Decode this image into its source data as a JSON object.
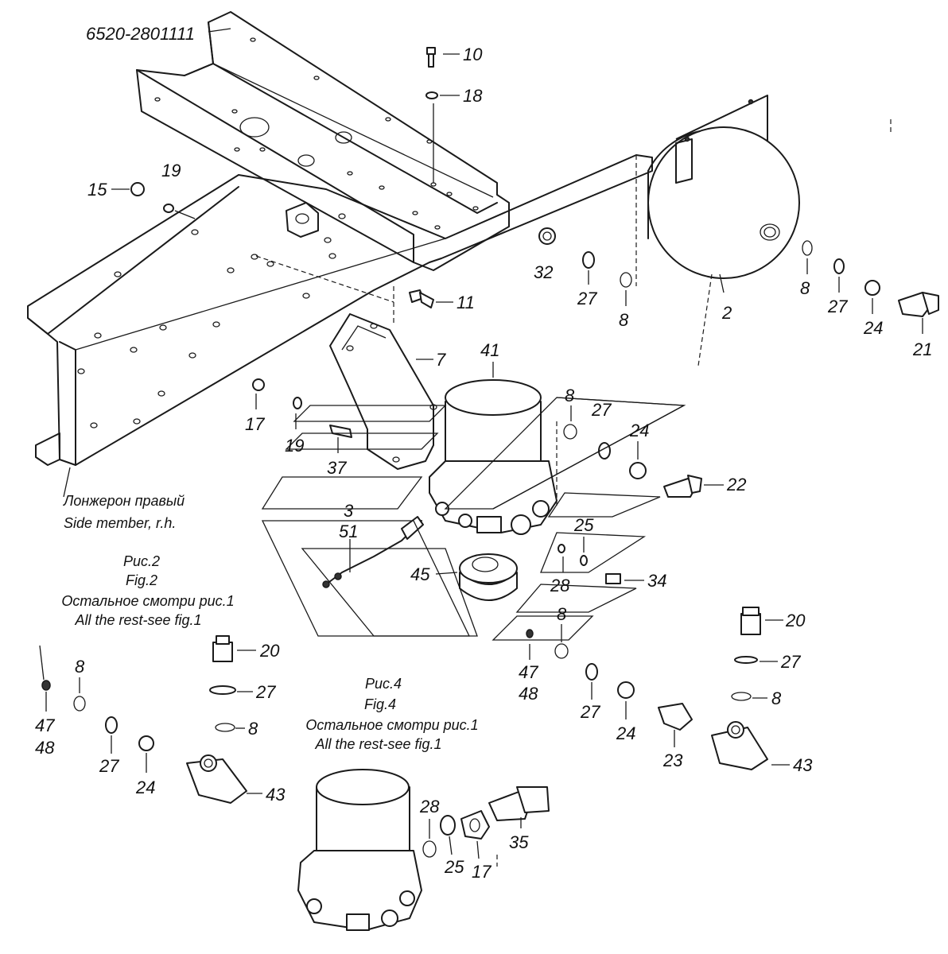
{
  "drawing": {
    "part_number": "6520-2801111",
    "side_member_ru": "Лонжерон правый",
    "side_member_en": "Side member, r.h.",
    "fig2": {
      "ru": "Рис.2",
      "en": "Fig.2",
      "rest_ru": "Остальное смотри рис.1",
      "rest_en": "All the rest-see fig.1"
    },
    "fig4": {
      "ru": "Рис.4",
      "en": "Fig.4",
      "rest_ru": "Остальное смотри рис.1",
      "rest_en": "All the rest-see fig.1"
    }
  },
  "callouts": [
    {
      "id": "c10",
      "label": "10"
    },
    {
      "id": "c18",
      "label": "18"
    },
    {
      "id": "c19a",
      "label": "19"
    },
    {
      "id": "c15",
      "label": "15"
    },
    {
      "id": "c32",
      "label": "32"
    },
    {
      "id": "c27a",
      "label": "27"
    },
    {
      "id": "c8a",
      "label": "8"
    },
    {
      "id": "c8b",
      "label": "8"
    },
    {
      "id": "c27b",
      "label": "27"
    },
    {
      "id": "c24a",
      "label": "24"
    },
    {
      "id": "c21",
      "label": "21"
    },
    {
      "id": "c2",
      "label": "2"
    },
    {
      "id": "c11",
      "label": "11"
    },
    {
      "id": "c7",
      "label": "7"
    },
    {
      "id": "c41",
      "label": "41"
    },
    {
      "id": "c17a",
      "label": "17"
    },
    {
      "id": "c19b",
      "label": "19"
    },
    {
      "id": "c37",
      "label": "37"
    },
    {
      "id": "c8c",
      "label": "8"
    },
    {
      "id": "c27c",
      "label": "27"
    },
    {
      "id": "c24b",
      "label": "24"
    },
    {
      "id": "c22",
      "label": "22"
    },
    {
      "id": "c3",
      "label": "3"
    },
    {
      "id": "c51",
      "label": "51"
    },
    {
      "id": "c25a",
      "label": "25"
    },
    {
      "id": "c45",
      "label": "45"
    },
    {
      "id": "c28a",
      "label": "28"
    },
    {
      "id": "c34",
      "label": "34"
    },
    {
      "id": "c8d",
      "label": "8"
    },
    {
      "id": "c47a",
      "label": "47"
    },
    {
      "id": "c48a",
      "label": "48"
    },
    {
      "id": "c20a",
      "label": "20"
    },
    {
      "id": "c27d",
      "label": "27"
    },
    {
      "id": "c8e",
      "label": "8"
    },
    {
      "id": "c27e",
      "label": "27"
    },
    {
      "id": "c24c",
      "label": "24"
    },
    {
      "id": "c23",
      "label": "23"
    },
    {
      "id": "c43a",
      "label": "43"
    },
    {
      "id": "c20b",
      "label": "20"
    },
    {
      "id": "c27f",
      "label": "27"
    },
    {
      "id": "c8f",
      "label": "8"
    },
    {
      "id": "c8g",
      "label": "8"
    },
    {
      "id": "c47b",
      "label": "47"
    },
    {
      "id": "c48b",
      "label": "48"
    },
    {
      "id": "c27g",
      "label": "27"
    },
    {
      "id": "c24d",
      "label": "24"
    },
    {
      "id": "c43b",
      "label": "43"
    },
    {
      "id": "c28b",
      "label": "28"
    },
    {
      "id": "c25b",
      "label": "25"
    },
    {
      "id": "c17b",
      "label": "17"
    },
    {
      "id": "c35",
      "label": "35"
    }
  ]
}
